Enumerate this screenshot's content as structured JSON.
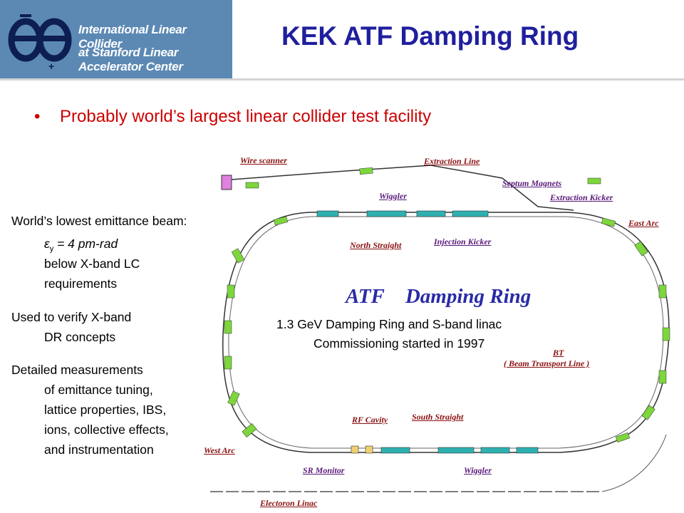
{
  "logo": {
    "line1": "International Linear Collider",
    "line2": "at Stanford Linear Accelerator Center"
  },
  "title": "KEK ATF Damping Ring",
  "bullet": "Probably world’s largest linear collider test facility",
  "left_text": {
    "emittance_heading": "World’s lowest emittance beam:",
    "emittance_symbol": "ε",
    "emittance_sub": "y",
    "emittance_value": " = 4 pm-rad",
    "below_1": "below X-band LC",
    "below_2": "requirements",
    "verify_1": "Used to verify X-band",
    "verify_2": "DR concepts",
    "detail_1": "Detailed measurements",
    "detail_2": "of emittance tuning,",
    "detail_3": "lattice properties, IBS,",
    "detail_4": "ions, collective effects,",
    "detail_5": "and instrumentation"
  },
  "diagram": {
    "ring_title_1": "ATF",
    "ring_title_2": "Damping Ring",
    "caption_1": "1.3 GeV Damping Ring and S-band linac",
    "caption_2": "Commissioning started in 1997",
    "labels": {
      "wire_scanner": "Wire scanner",
      "extraction_line": "Extraction Line",
      "septum_magnets": "Septum Magnets",
      "wiggler_top": "Wiggler",
      "extraction_kicker": "Extraction Kicker",
      "east_arc": "East Arc",
      "north_straight": "North Straight",
      "injection_kicker": "Injection  Kicker",
      "bt": "BT",
      "bt_full": "( Beam  Transport Line )",
      "rf_cavity": "RF Cavity",
      "south_straight": "South Straight",
      "west_arc": "West Arc",
      "sr_monitor": "SR Monitor",
      "wiggler_bottom": "Wiggler",
      "electron_linac": "Electoron Linac"
    }
  }
}
